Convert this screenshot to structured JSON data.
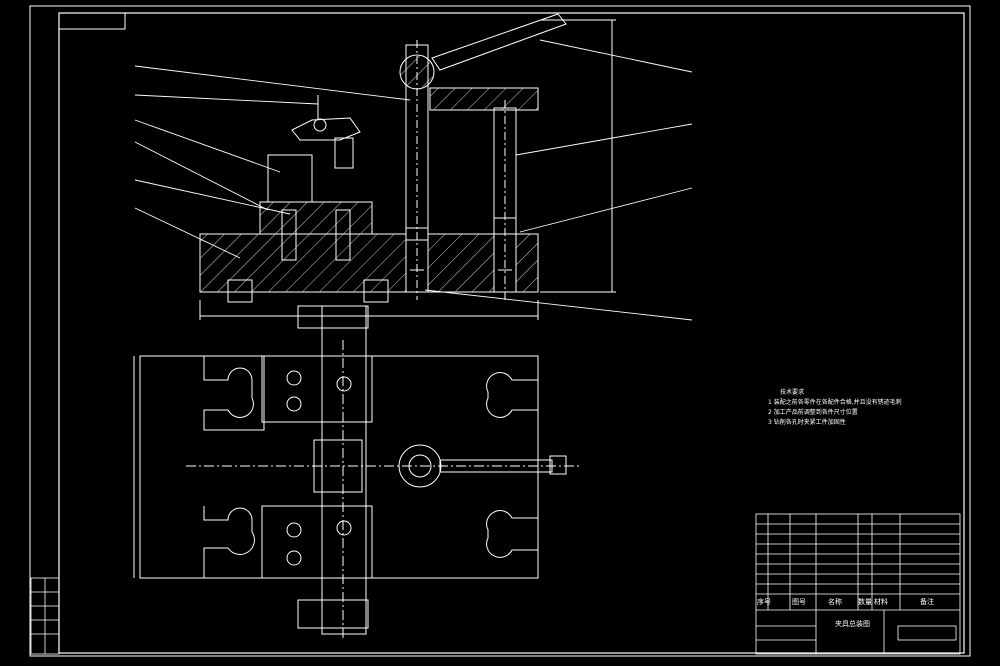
{
  "drawing": {
    "title": "夹具总装图",
    "notes_heading": "技术要求",
    "notes": [
      "1  装配之前各零件在各配件合格,并且没有锈迹毛刺",
      "2  加工产品前调整到各件尺寸位置",
      "3  钻削各孔时夹紧工件加固性"
    ],
    "title_block_headers": [
      "序号",
      "图号",
      "名称",
      "数量",
      "材料",
      "备注"
    ],
    "colors": {
      "background": "#000000",
      "lines": "#ffffff",
      "hatch": "#ffffff"
    }
  }
}
